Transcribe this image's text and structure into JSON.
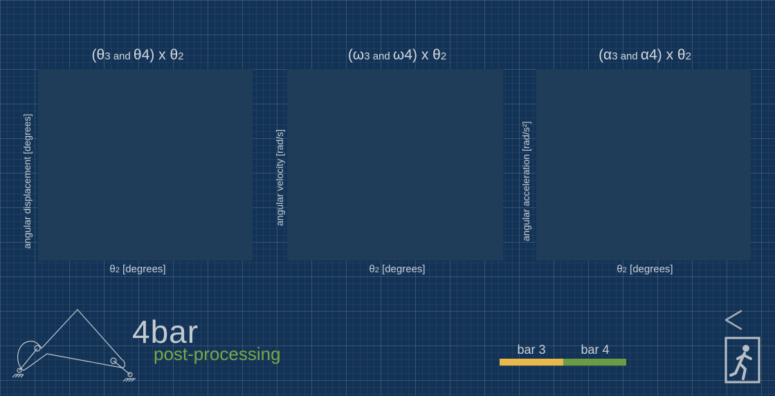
{
  "panels": [
    {
      "title_open": "(θ",
      "title_s1": "3 and ",
      "title_mid": "θ4) x θ",
      "title_s2": "2",
      "ylabel": "angular displacement [degrees]",
      "xlabel_pre": "θ",
      "xlabel_sub": "2",
      "xlabel_post": " [degrees]"
    },
    {
      "title_open": "(ω",
      "title_s1": "3 and ",
      "title_mid": "ω4) x θ",
      "title_s2": "2",
      "ylabel": "angular velocity [rad/s]",
      "xlabel_pre": "θ",
      "xlabel_sub": "2",
      "xlabel_post": " [degrees]"
    },
    {
      "title_open": "(α",
      "title_s1": "3 and ",
      "title_mid": "α4) x θ",
      "title_s2": "2",
      "ylabel": "angular acceleration [rad/s²]",
      "xlabel_pre": "θ",
      "xlabel_sub": "2",
      "xlabel_post": " [degrees]"
    }
  ],
  "branding": {
    "app_name": "4bar",
    "subtitle": "post-processing",
    "subtitle_color": "#79a847"
  },
  "legend": [
    {
      "label": "bar 3",
      "color": "#e8b84a"
    },
    {
      "label": "bar 4",
      "color": "#6c9b45"
    }
  ],
  "controls": {
    "back_icon": "chevron-left-icon",
    "exit_icon": "exit-door-icon"
  }
}
